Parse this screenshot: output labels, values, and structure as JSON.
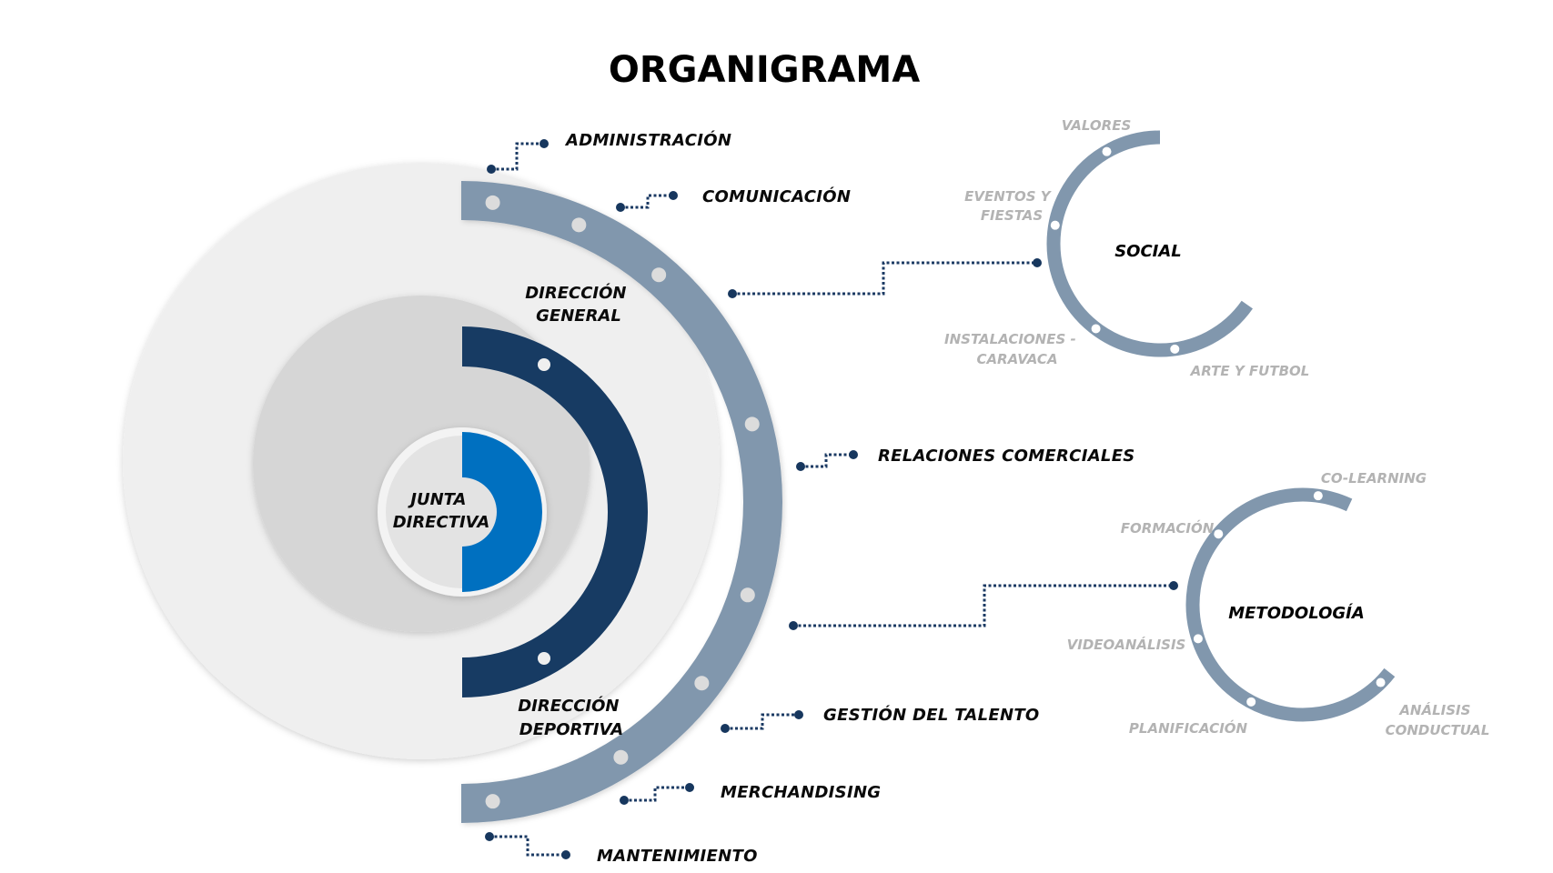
{
  "title": "ORGANIGRAMA",
  "colors": {
    "outer_ring": "#8197ad",
    "outer_disc": "#efefef",
    "inner_disc": "#d6d6d6",
    "dark_ring": "#173b63",
    "core_arc": "#0070c0",
    "connector": "#17375e",
    "sub_label": "#b3b3b3"
  },
  "core": {
    "center_label": [
      "JUNTA",
      "DIRECTIVA"
    ],
    "inner_labels": {
      "top": [
        "DIRECCIÓN",
        "GENERAL"
      ],
      "bottom": [
        "DIRECCIÓN",
        "DEPORTIVA"
      ]
    }
  },
  "departments": [
    {
      "label": "ADMINISTRACIÓN"
    },
    {
      "label": "COMUNICACIÓN"
    },
    {
      "label": "RELACIONES COMERCIALES"
    },
    {
      "label": "GESTIÓN DEL TALENTO"
    },
    {
      "label": "MERCHANDISING"
    },
    {
      "label": "MANTENIMIENTO"
    }
  ],
  "hubs": [
    {
      "label": "SOCIAL",
      "items": [
        {
          "label": [
            "VALORES"
          ]
        },
        {
          "label": [
            "EVENTOS Y",
            "FIESTAS"
          ]
        },
        {
          "label": [
            "INSTALACIONES -",
            "CARAVACA"
          ]
        },
        {
          "label": [
            "ARTE Y FUTBOL"
          ]
        }
      ]
    },
    {
      "label": "METODOLOGÍA",
      "items": [
        {
          "label": [
            "CO-LEARNING"
          ]
        },
        {
          "label": [
            "FORMACIÓN"
          ]
        },
        {
          "label": [
            "VIDEOANÁLISIS"
          ]
        },
        {
          "label": [
            "PLANIFICACIÓN"
          ]
        },
        {
          "label": [
            "ANÁLISIS",
            "CONDUCTUAL"
          ]
        }
      ]
    }
  ]
}
